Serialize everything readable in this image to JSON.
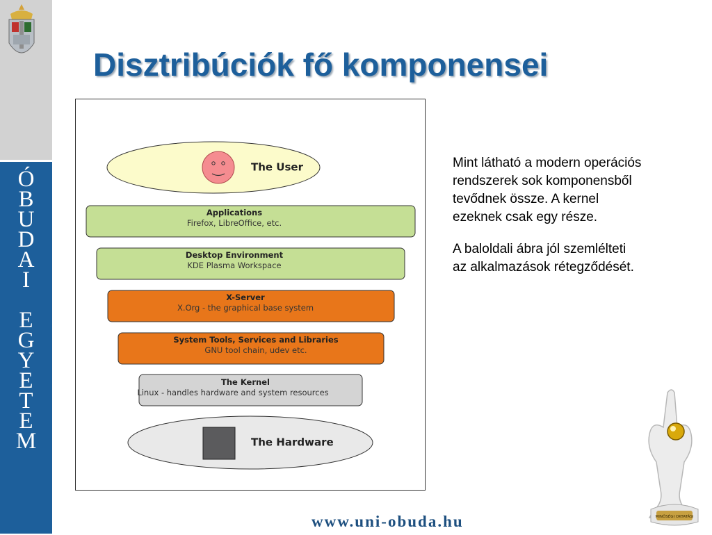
{
  "slide": {
    "title": "Disztribúciók fő komponensei",
    "university_letters": [
      "Ó",
      "B",
      "U",
      "D",
      "A",
      "I",
      "",
      "E",
      "G",
      "Y",
      "E",
      "T",
      "E",
      "M"
    ],
    "paragraphs": [
      "Mint látható a modern operációs\nrendszerek sok komponensből\ntevődnek össze. A kernel\nezeknek csak egy része.",
      "A baloldali ábra jól szemlélteti\naz alkalmazások rétegződését."
    ],
    "footer_url": "www.uni-obuda.hu",
    "trophy_text": "MINŐSÉGI OKTATÁSI"
  },
  "diagram": {
    "user": {
      "label": "The User"
    },
    "layers": [
      {
        "title": "Applications",
        "subtitle": "Firefox, LibreOffice, etc.",
        "fill": "#c5df95"
      },
      {
        "title": "Desktop Environment",
        "subtitle": "KDE Plasma Workspace",
        "fill": "#c5df95"
      },
      {
        "title": "X-Server",
        "subtitle": "X.Org  - the graphical base system",
        "fill": "#e8761a"
      },
      {
        "title": "System Tools, Services and Libraries",
        "subtitle": "GNU tool chain,  udev etc.",
        "fill": "#e8761a"
      },
      {
        "title": "The Kernel",
        "subtitle": "Linux - handles hardware and system resources",
        "fill": "#d4d4d4"
      }
    ],
    "hardware": {
      "label": "The Hardware"
    }
  },
  "colors": {
    "brand_blue": "#1d5f9b",
    "user_ellipse": "#fcfbcb",
    "smiley": "#f58c90",
    "hardware_ellipse": "#e9e9e9",
    "hardware_box": "#5b5b5d"
  }
}
